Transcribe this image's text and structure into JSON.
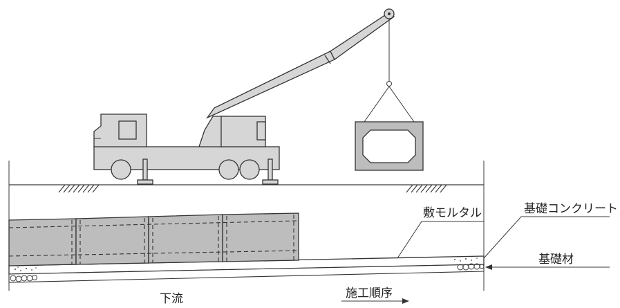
{
  "labels": {
    "bedding_mortar": "敷モルタル",
    "foundation_concrete": "基礎コンクリート",
    "foundation_material": "基礎材",
    "downstream": "下流",
    "construction_order": "施工順序"
  }
}
